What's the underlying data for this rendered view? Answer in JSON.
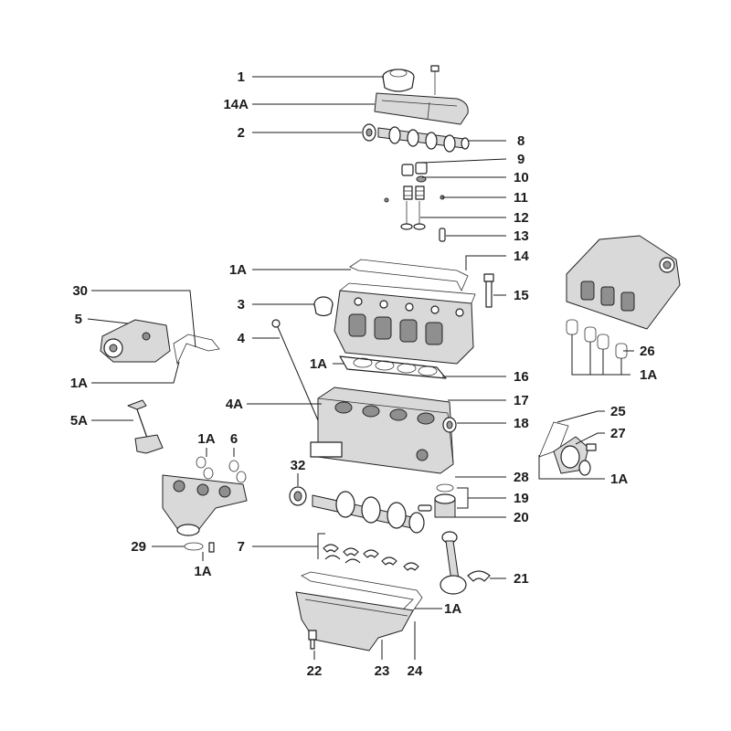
{
  "diagram": {
    "callouts": {
      "c1": "1",
      "c14A": "14A",
      "c2": "2",
      "c8": "8",
      "c9": "9",
      "c10": "10",
      "c11": "11",
      "c12": "12",
      "c13": "13",
      "c14": "14",
      "c1A_gasket_top": "1A",
      "c15": "15",
      "c30": "30",
      "c3": "3",
      "c5": "5",
      "c4": "4",
      "c1A_left": "1A",
      "c1A_head": "1A",
      "c16": "16",
      "c4A": "4A",
      "c17": "17",
      "c5A": "5A",
      "c18": "18",
      "c1A_ex1": "1A",
      "c6": "6",
      "c32": "32",
      "c25": "25",
      "c27": "27",
      "c28": "28",
      "c1A_right": "1A",
      "c19": "19",
      "c20": "20",
      "c29": "29",
      "c7": "7",
      "c1A_ex2": "1A",
      "c21": "21",
      "c1A_pan": "1A",
      "c22": "22",
      "c23": "23",
      "c24": "24",
      "c26": "26",
      "c1A_intake": "1A"
    }
  }
}
